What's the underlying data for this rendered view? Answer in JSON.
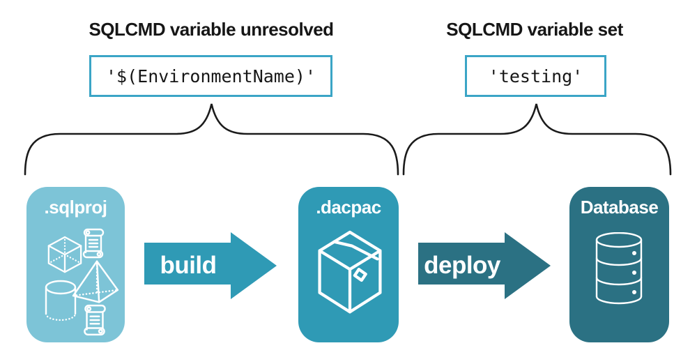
{
  "diagram": {
    "background": "#ffffff",
    "palette": {
      "stage_light_teal": "#7DC4D7",
      "stage_medium_teal": "#2F9AB5",
      "stage_dark_teal": "#2B7183",
      "code_box_border": "#3BA5C6",
      "brace_line": "#1b1b1b",
      "text_dark": "#161616",
      "text_on_stage": "#ffffff"
    },
    "callouts": [
      {
        "title": "SQLCMD variable unresolved",
        "code": "'$(EnvironmentName)'"
      },
      {
        "title": "SQLCMD variable set",
        "code": "'testing'"
      }
    ],
    "stages": [
      {
        "label": ".sqlproj",
        "icon": "sql-project-objects-icon",
        "color": "#7DC4D7"
      },
      {
        "label": ".dacpac",
        "icon": "package-box-icon",
        "color": "#2F9AB5"
      },
      {
        "label": "Database",
        "icon": "database-cylinder-icon",
        "color": "#2B7183"
      }
    ],
    "arrows": [
      {
        "label": "build",
        "color": "#2F9AB5"
      },
      {
        "label": "deploy",
        "color": "#2B7183"
      }
    ]
  }
}
